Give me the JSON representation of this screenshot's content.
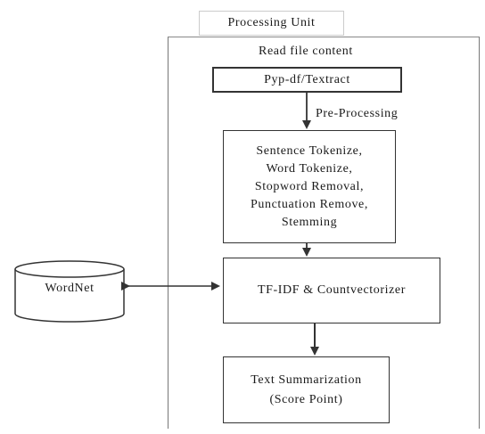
{
  "diagram": {
    "unit_title": "Processing Unit",
    "read_label": "Read file content",
    "extract_box": "Pyp-df/Textract",
    "preprocessing_label": "Pre-Processing",
    "preprocessing_steps": [
      "Sentence Tokenize,",
      "Word Tokenize,",
      "Stopword Removal,",
      "Punctuation Remove,",
      "Stemming"
    ],
    "vectorizer_box": "TF-IDF & Countvectorizer",
    "summary_box": [
      "Text Summarization",
      "(Score Point)"
    ],
    "database": "WordNet"
  }
}
